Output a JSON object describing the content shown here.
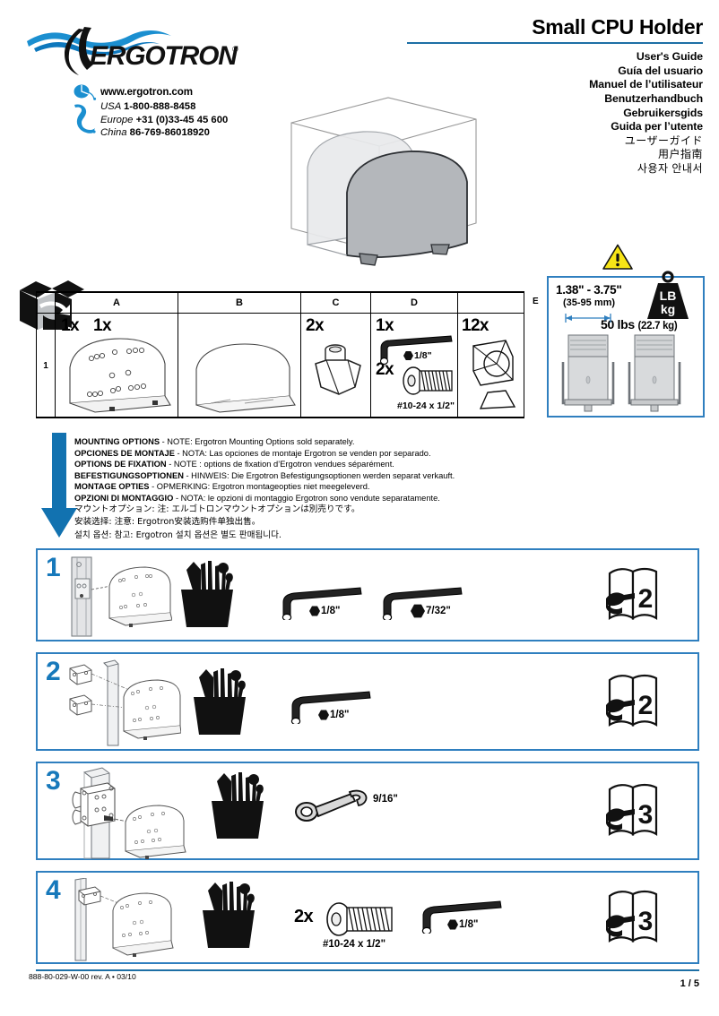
{
  "header": {
    "brand": "ERGOTRON",
    "brand_reg": "®",
    "doc_title": "Small CPU Holder",
    "languages": [
      {
        "text": "User's Guide",
        "script": "latin"
      },
      {
        "text": "Guía del usuario",
        "script": "latin"
      },
      {
        "text": "Manuel de l’utilisateur",
        "script": "latin"
      },
      {
        "text": "Benutzerhandbuch",
        "script": "latin"
      },
      {
        "text": "Gebruikersgids",
        "script": "latin"
      },
      {
        "text": "Guida per l’utente",
        "script": "latin"
      },
      {
        "text": "ユーザーガイド",
        "script": "cjk"
      },
      {
        "text": "用户指南",
        "script": "cjk"
      },
      {
        "text": "사용자 안내서",
        "script": "cjk"
      }
    ],
    "contact": {
      "website": "www.ergotron.com",
      "phones": [
        {
          "region": "USA",
          "number": "1-800-888-8458"
        },
        {
          "region": "Europe",
          "number": "+31 (0)33-45 45 600"
        },
        {
          "region": "China",
          "number": "86-769-86018920"
        }
      ]
    }
  },
  "parts_table": {
    "row_index": "1",
    "columns": [
      "A",
      "B",
      "C",
      "D",
      "E"
    ],
    "items": [
      {
        "id": "A",
        "quantities": [
          "1x",
          "1x"
        ],
        "caption": "",
        "icon": "cpu-holder-plate"
      },
      {
        "id": "B",
        "quantities": [],
        "caption": "",
        "icon": "cpu-holder-shell"
      },
      {
        "id": "C",
        "quantities": [
          "2x"
        ],
        "caption": "",
        "icon": "pivot-nut"
      },
      {
        "id": "D",
        "quantities": [
          "1x",
          "2x"
        ],
        "caption": "#10-24 x 1/2\"",
        "hex_size": "1/8\"",
        "icon": "hex-key-and-screw"
      },
      {
        "id": "E",
        "quantities": [
          "12x"
        ],
        "caption": "",
        "icon": "washer-and-cone"
      }
    ]
  },
  "spec_box": {
    "label": "E",
    "dimension_in": "1.38\" - 3.75\"",
    "dimension_mm": "(35-95 mm)",
    "weight_primary": "50 lbs",
    "weight_secondary": "(22.7 kg)",
    "weight_icon_lines": [
      "LB",
      "kg"
    ]
  },
  "mounting_note": {
    "lines": [
      {
        "bold": "MOUNTING OPTIONS",
        "rest": " - NOTE: Ergotron Mounting Options sold separately.",
        "script": "latin"
      },
      {
        "bold": "OPCIONES DE MONTAJE",
        "rest": " - NOTA: Las opciones de montaje Ergotron se venden por separado.",
        "script": "latin"
      },
      {
        "bold": "OPTIONS DE FIXATION",
        "rest": " - NOTE : options de fixation d’Ergotron vendues séparément.",
        "script": "latin"
      },
      {
        "bold": "BEFESTIGUNGSOPTIONEN",
        "rest": " - HINWEIS: Die Ergotron Befestigungsoptionen werden separat verkauft.",
        "script": "latin"
      },
      {
        "bold": "MONTAGE OPTIES",
        "rest": " - OPMERKING: Ergotron montageopties niet meegeleverd.",
        "script": "latin"
      },
      {
        "bold": "OPZIONI DI MONTAGGIO",
        "rest": " - NOTA: le opzioni di montaggio Ergotron sono vendute separatamente.",
        "script": "latin"
      },
      {
        "bold": "",
        "rest": "マウントオプション: 注: エルゴトロンマウントオプションは別売りです。",
        "script": "cjk"
      },
      {
        "bold": "",
        "rest": "安装选择: 注意:  Ergotron安装选购件单独出售。",
        "script": "cjk"
      },
      {
        "bold": "",
        "rest": "설치 옵션: 참고: Ergotron 설치 옵션은 별도 판매됩니다.",
        "script": "cjk"
      }
    ]
  },
  "steps": [
    {
      "number": "1",
      "tools": [
        "toolbox",
        "hex-key",
        "hex-key"
      ],
      "labels": [
        {
          "type": "hex",
          "text": "1/8\""
        },
        {
          "type": "hex",
          "text": "7/32\""
        }
      ],
      "reference_page": "2"
    },
    {
      "number": "2",
      "tools": [
        "toolbox",
        "hex-key"
      ],
      "labels": [
        {
          "type": "hex",
          "text": "1/8\""
        }
      ],
      "reference_page": "2"
    },
    {
      "number": "3",
      "tools": [
        "toolbox",
        "box-wrench"
      ],
      "labels": [
        {
          "type": "plain",
          "text": "9/16\""
        }
      ],
      "reference_page": "3"
    },
    {
      "number": "4",
      "tools": [
        "toolbox",
        "screw",
        "hex-key"
      ],
      "quantity": "2x",
      "labels": [
        {
          "type": "plain",
          "text": "#10-24 x 1/2\""
        },
        {
          "type": "hex",
          "text": "1/8\""
        }
      ],
      "reference_page": "3"
    }
  ],
  "footer": {
    "doc_code": "888-80-029-W-00 rev. A • 03/10",
    "page": "1 / 5"
  },
  "colors": {
    "brand_blue": "#1779bb",
    "rule_blue": "#1d6fa5",
    "panel_border": "#2f7fbf",
    "arrow_blue": "#1272b0",
    "warning_yellow": "#f7e417"
  }
}
